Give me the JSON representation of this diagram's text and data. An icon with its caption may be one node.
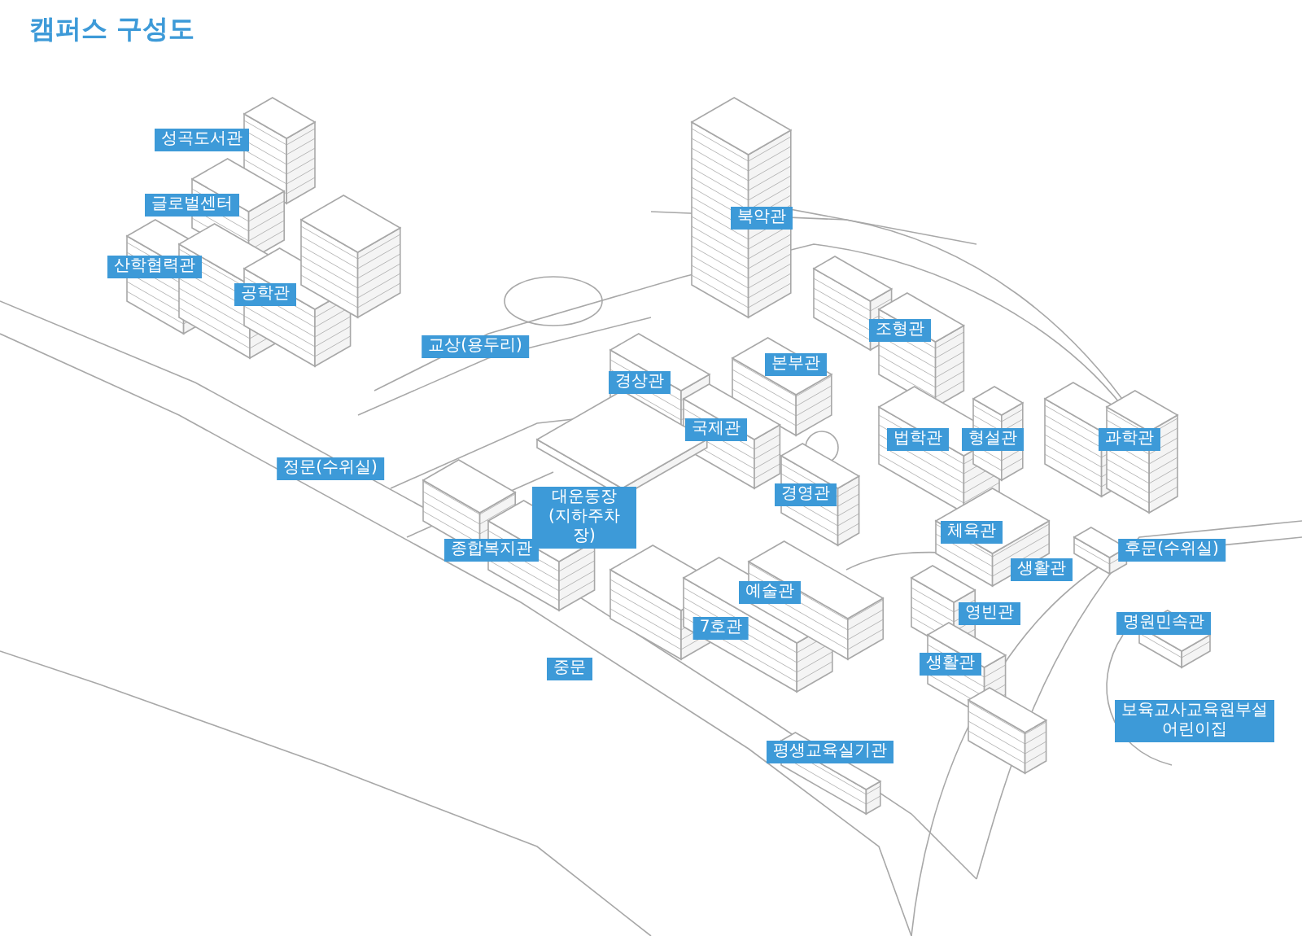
{
  "diagram": {
    "title": "캠퍼스 구성도",
    "labels": [
      "성곡도서관",
      "북악관",
      "글로벌센터",
      "산학협력관",
      "공학관",
      "조형관",
      "교상(용두리)",
      "본부관",
      "경상관",
      "국제관",
      "법학관",
      "형설관",
      "과학관",
      "정문(수위실)",
      "경영관",
      "대운동장 (지하주차장)",
      "체육관",
      "종합복지관",
      "후문(수위실)",
      "생활관",
      "예술관",
      "7호관",
      "영빈관",
      "명원민속관",
      "중문",
      "생활관",
      "보육교사교육원부설 어린이집",
      "평생교육실기관"
    ]
  }
}
